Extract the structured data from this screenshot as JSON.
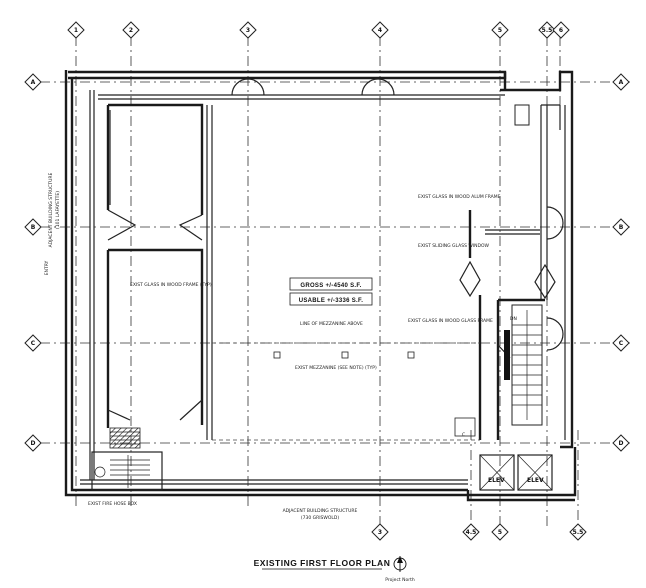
{
  "grid": {
    "columns": [
      {
        "label": "1"
      },
      {
        "label": "2"
      },
      {
        "label": "3"
      },
      {
        "label": "4"
      },
      {
        "label": "5"
      },
      {
        "label": "5.5"
      },
      {
        "label": "6"
      }
    ],
    "rows": [
      {
        "label": "A"
      },
      {
        "label": "B"
      },
      {
        "label": "C"
      },
      {
        "label": "D"
      }
    ],
    "bottom_columns": [
      {
        "label": "3"
      },
      {
        "label": "4.5"
      },
      {
        "label": "5"
      },
      {
        "label": "5.5"
      }
    ]
  },
  "areas": {
    "gross": "GROSS +/-4540 S.F.",
    "usable": "USABLE +/-3336 S.F."
  },
  "labels": {
    "adjacent_west": "ADJACENT BUILDING STRUCTURE",
    "adjacent_west_sub": "(101 LAFAYETTE)",
    "adjacent_south": "ADJACENT BUILDING STRUCTURE",
    "adjacent_south_sub": "(730 GRISWOLD)",
    "elev1": "ELEV",
    "elev2": "ELEV",
    "mezzanine": "LINE OF MEZZANINE ABOVE",
    "glass_storefront": "EXIST GLASS IN WOOD FRAME (TYP)",
    "exist_mezz": "EXIST MEZZANINE (SEE NOTE) (TYP)",
    "exist_glass_wood": "EXIST GLASS IN WOOD ALUM FRAME",
    "exist_sliding": "EXIST SLIDING GLASS WINDOW",
    "exist_glass_wood2": "EXIST GLASS IN WOOD GLASS FRAME",
    "fire_hose": "EXIST FIRE HOSE BOX",
    "stair_down": "DN",
    "column_c": "C",
    "side_note": "ENTRY"
  },
  "title": "EXISTING FIRST FLOOR PLAN",
  "north_label": "Project North"
}
